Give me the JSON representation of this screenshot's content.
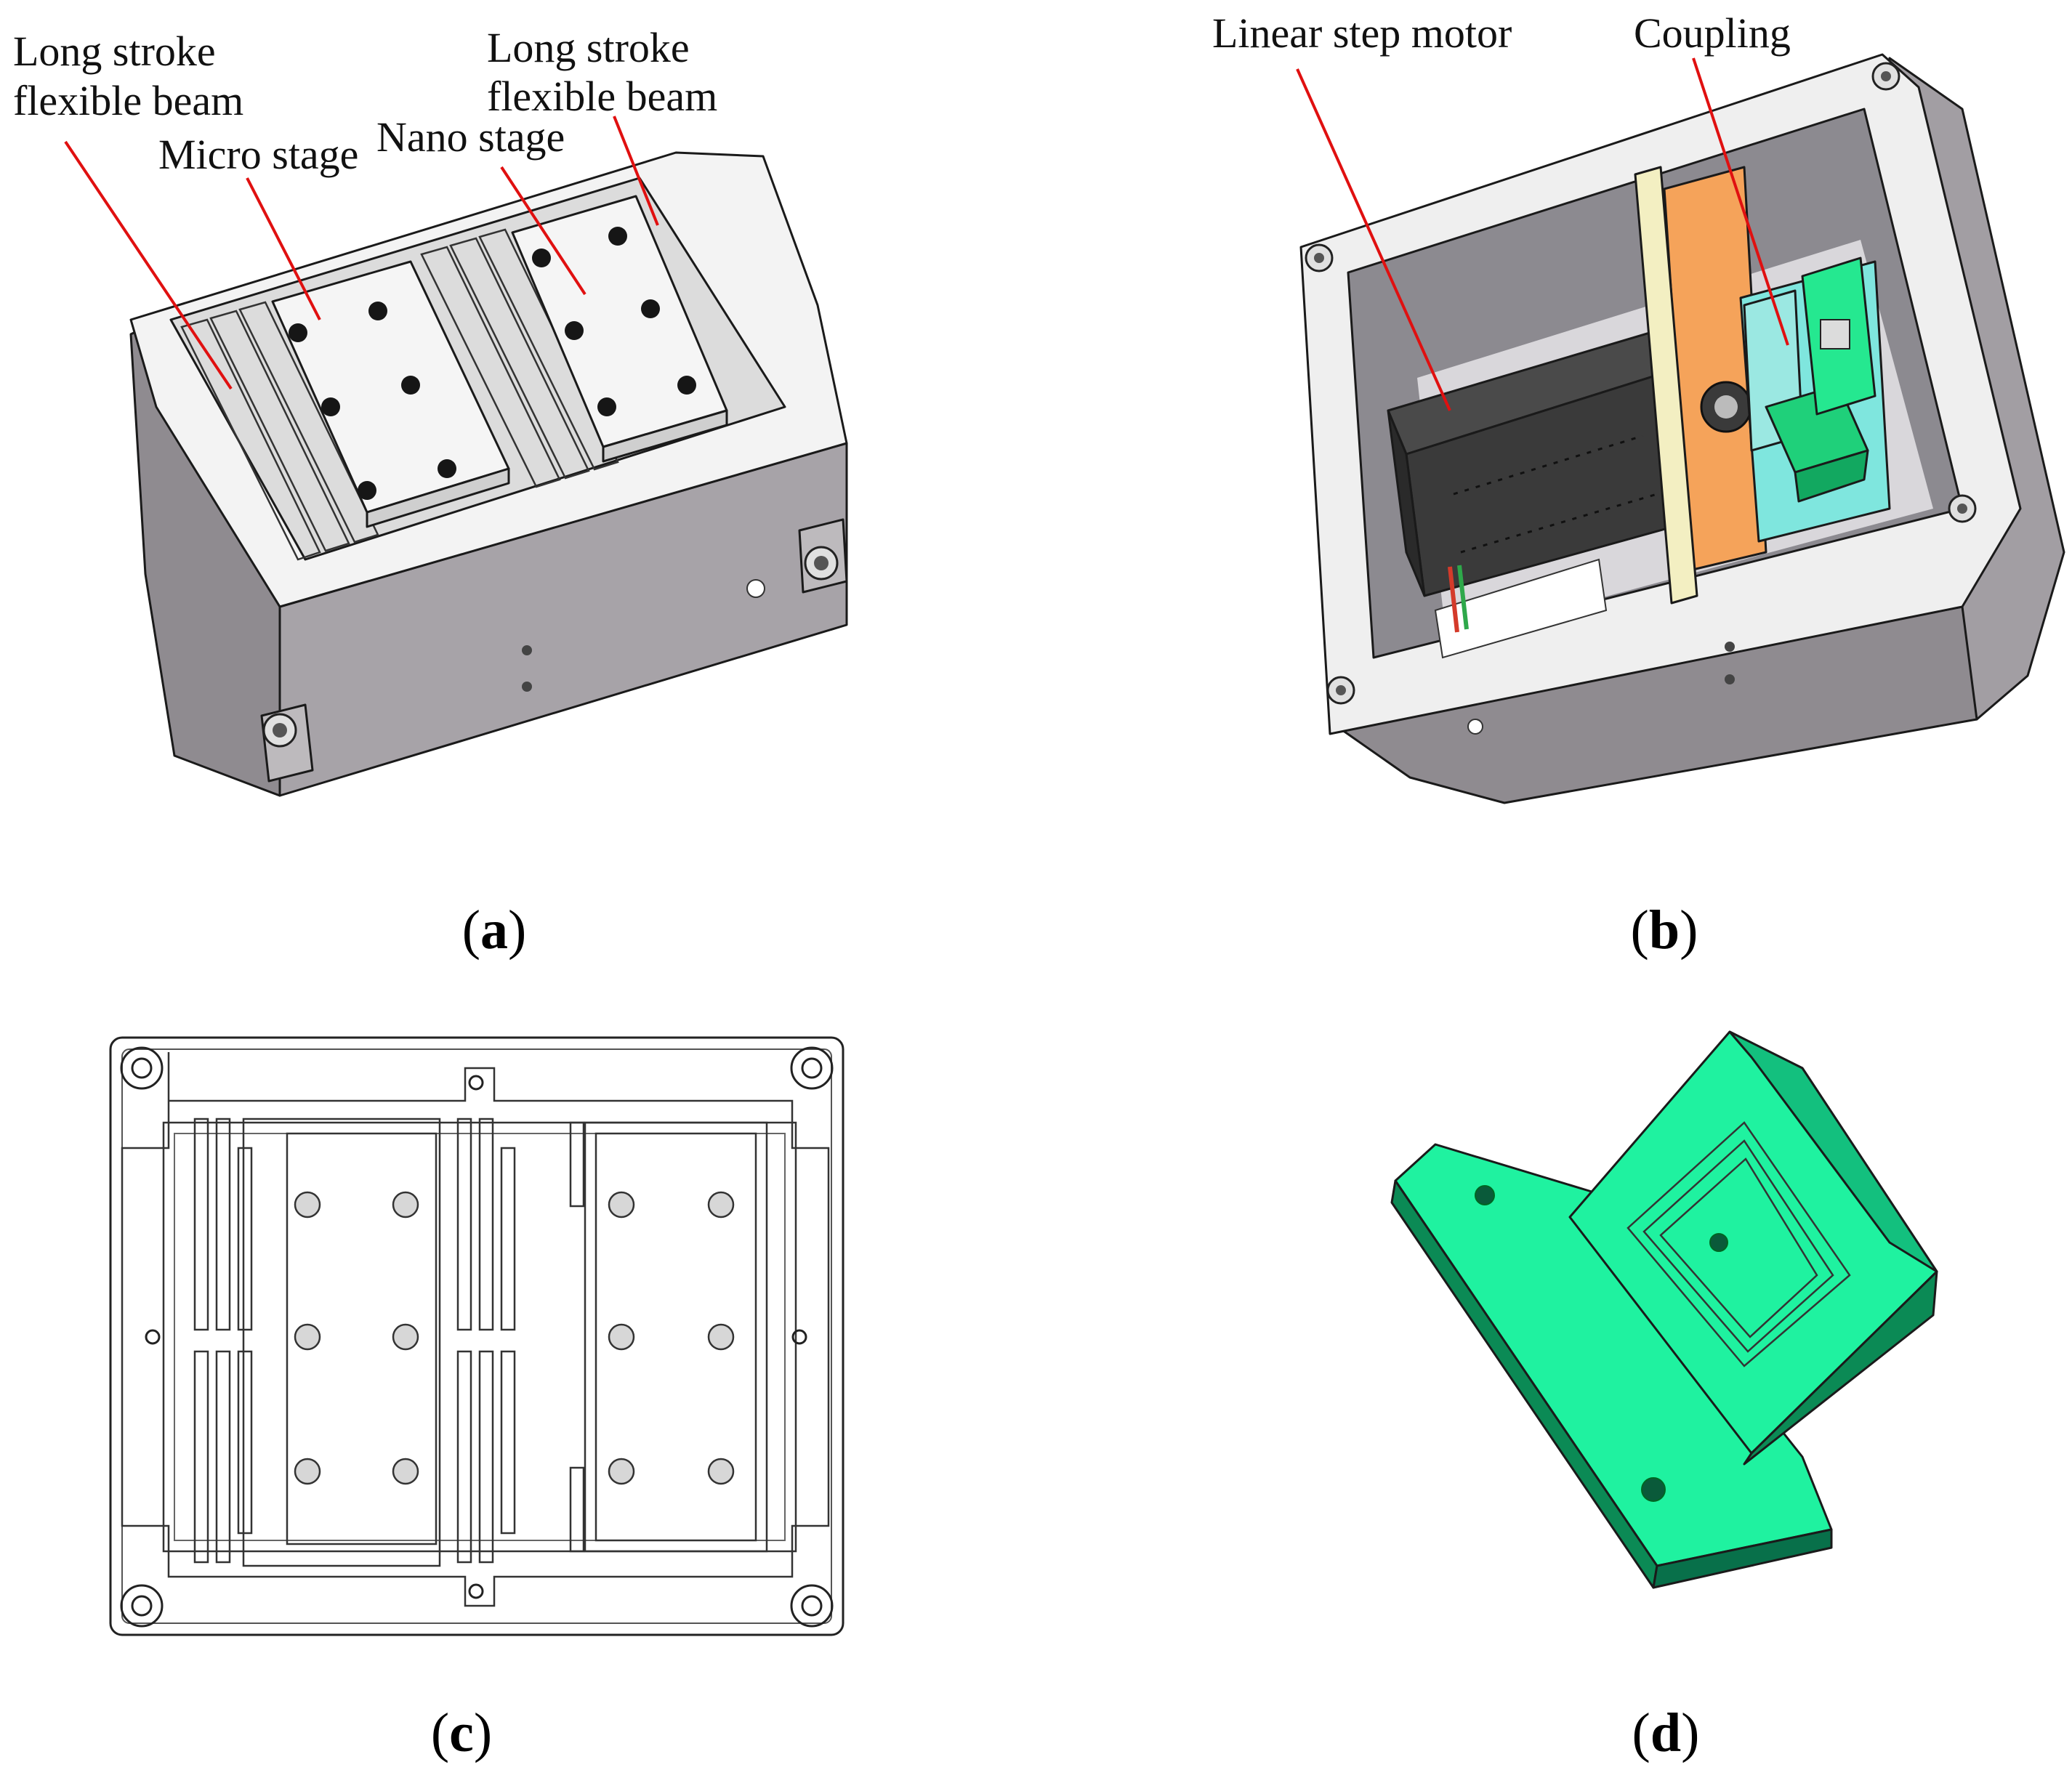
{
  "panels": {
    "a": {
      "caption_open": "(",
      "caption_letter": "a",
      "caption_close": ")",
      "labels": {
        "long_stroke_beam_left_line1": "Long stroke",
        "long_stroke_beam_left_line2": "flexible beam",
        "micro_stage": "Micro stage",
        "nano_stage": "Nano stage",
        "long_stroke_beam_right_line1": "Long stroke",
        "long_stroke_beam_right_line2": "flexible beam"
      }
    },
    "b": {
      "caption_open": "(",
      "caption_letter": "b",
      "caption_close": ")",
      "labels": {
        "linear_step_motor": "Linear step motor",
        "coupling": "Coupling"
      }
    },
    "c": {
      "caption_open": "(",
      "caption_letter": "c",
      "caption_close": ")"
    },
    "d": {
      "caption_open": "(",
      "caption_letter": "d",
      "caption_close": ")"
    }
  },
  "colors": {
    "housing_top": "#f3f3f3",
    "housing_side": "#8f8b90",
    "housing_front": "#a7a3a8",
    "stage_top": "#f5f5f5",
    "motor_body": "#3a3a3a",
    "plate_beige": "#f3efc2",
    "plate_orange": "#f5a35a",
    "coupling_cyan": "#7fe6de",
    "green_part": "#1ff2a0",
    "green_dark": "#0b8a55",
    "leader_red": "#e01010"
  }
}
